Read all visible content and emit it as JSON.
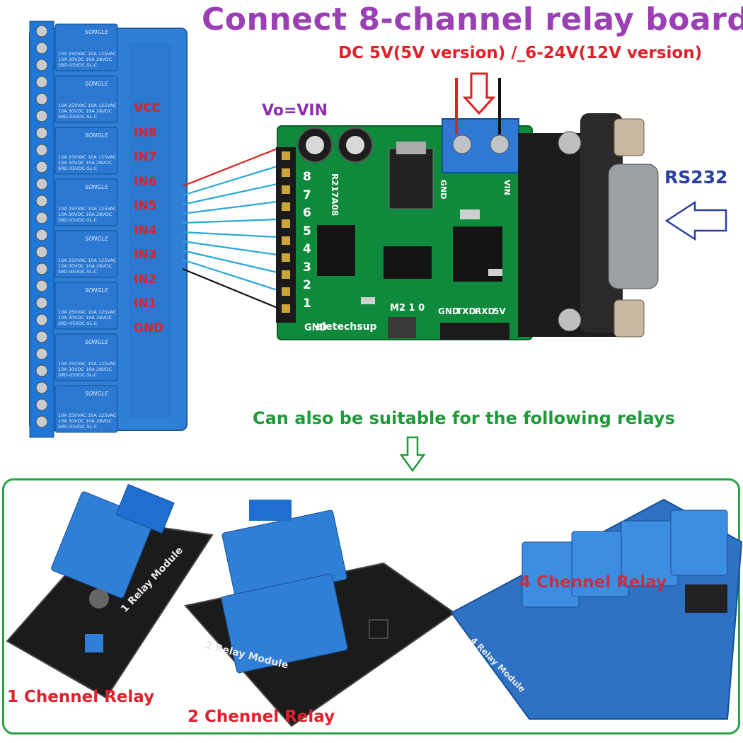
{
  "title": "Connect 8-channel relay board",
  "power_label": "DC 5V(5V version) /_6-24V(12V version)",
  "vo_label": "Vo=VIN",
  "rs232_label": "RS232",
  "suitable_label": "Can also be suitable for the following relays",
  "relay_pins": [
    "VCC",
    "IN8",
    "IN7",
    "IN6",
    "IN5",
    "IN4",
    "IN3",
    "IN2",
    "IN1",
    "GND"
  ],
  "controller": {
    "brand": "eletechsup",
    "model": "R217A08",
    "pin_numbers": [
      "8",
      "7",
      "6",
      "5",
      "4",
      "3",
      "2",
      "1"
    ],
    "gnd_label": "GND",
    "header_labels": [
      "GND",
      "TXD",
      "RXD",
      "5V"
    ],
    "mode_label": "M2 1 0",
    "terminal_labels": [
      "GND",
      "VIN"
    ]
  },
  "relay_module_print": "SONGLE",
  "relay_spec": [
    "10A 250VAC 10A 125VAC",
    "10A 30VDC 10A 28VDC",
    "SRD-05VDC-SL-C"
  ],
  "examples": [
    {
      "label": "1 Chennel Relay",
      "board_print": "1 Relay Module"
    },
    {
      "label": "2 Chennel Relay",
      "board_print": "2 Relay Module"
    },
    {
      "label": "4 Chennel Relay",
      "board_print": "4 Relay Module"
    }
  ],
  "colors": {
    "title": "#9b3fb5",
    "power": "#e0202a",
    "rs232": "#2b3e9e",
    "suitable": "#1f9a3a",
    "relay_board": "#2f7fd6",
    "controller_pcb": "#0f8a3c",
    "wire_signal": "#29a7d8",
    "wire_vcc": "#e02020",
    "wire_gnd": "#111111"
  }
}
